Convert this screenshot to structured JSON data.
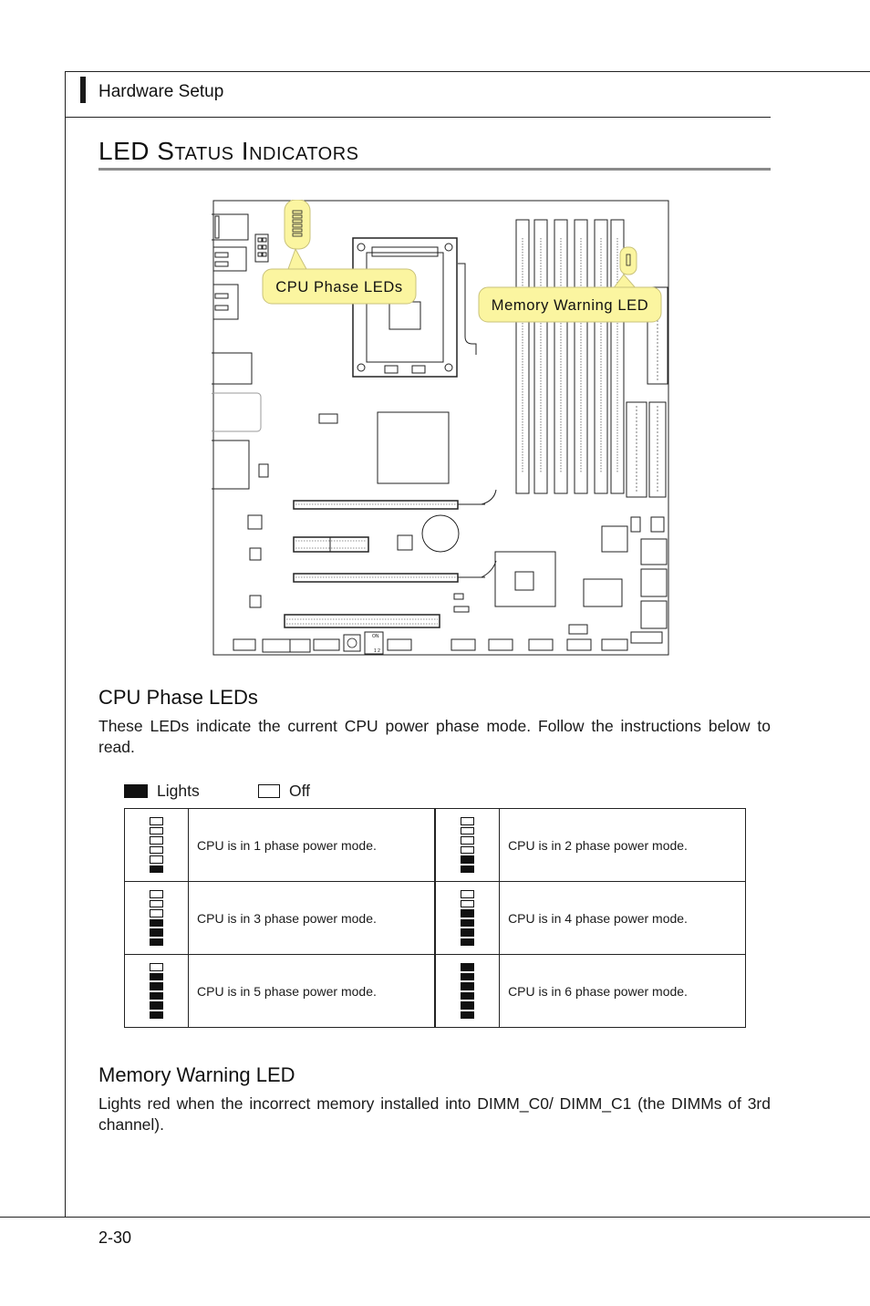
{
  "header": {
    "section": "Hardware Setup"
  },
  "title": "LED Status Indicators",
  "diagram": {
    "callout_cpu": "CPU Phase LEDs",
    "callout_mem": "Memory Warning LED",
    "switch_on": "ON",
    "switch_nums": "1 2"
  },
  "cpu_section": {
    "heading": "CPU Phase LEDs",
    "body": "These LEDs indicate the current CPU power phase mode. Follow the instructions below to read.",
    "legend_lights": "Lights",
    "legend_off": "Off",
    "rows": [
      [
        {
          "lit": 1,
          "text": "CPU is in 1 phase power mode."
        },
        {
          "lit": 2,
          "text": "CPU is in 2 phase power mode."
        }
      ],
      [
        {
          "lit": 3,
          "text": "CPU is in 3 phase power mode."
        },
        {
          "lit": 4,
          "text": "CPU is in 4 phase power mode."
        }
      ],
      [
        {
          "lit": 5,
          "text": "CPU is in 5 phase power mode."
        },
        {
          "lit": 6,
          "text": "CPU is in 6 phase power mode."
        }
      ]
    ]
  },
  "mem_section": {
    "heading": "Memory Warning LED",
    "body": "Lights red when the incorrect memory installed into DIMM_C0/ DIMM_C1 (the DIMMs of 3rd channel)."
  },
  "footer": {
    "page": "2-30"
  }
}
